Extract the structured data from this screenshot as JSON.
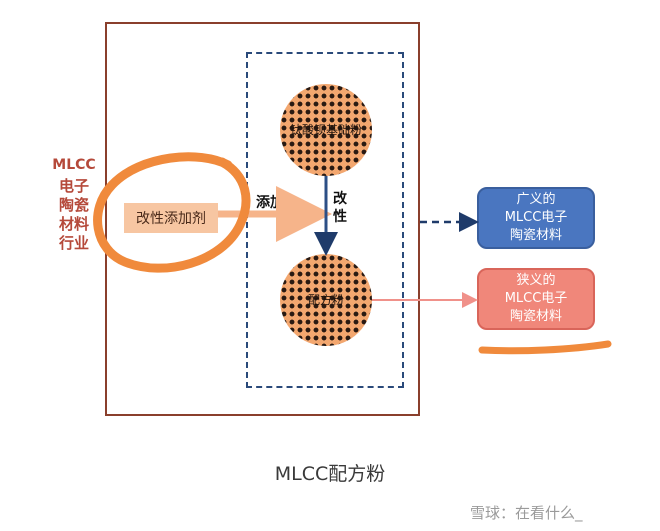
{
  "side_label": {
    "latin": "MLCC",
    "cjk": "电子陶瓷材料行业"
  },
  "modifier_label": "改性添加剂",
  "add_label": "添加",
  "modify_label": "改性",
  "circle_top_label": "钛酸钡基础粉",
  "circle_bottom_label": "配方粉",
  "broad_box": {
    "line1": "广义的",
    "line2": "MLCC电子",
    "line3": "陶瓷材料"
  },
  "narrow_box": {
    "line1": "狭义的",
    "line2": "MLCC电子",
    "line3": "陶瓷材料"
  },
  "caption": "MLCC配方粉",
  "watermark": "雪球：在看什么_",
  "colors": {
    "frame": "#8a3f2c",
    "dashed": "#2a4a7a",
    "particle_fill": "#f3a76f",
    "broad_box": "#4a76c0",
    "narrow_box": "#f0877a",
    "annotation": "#f08a3c"
  }
}
